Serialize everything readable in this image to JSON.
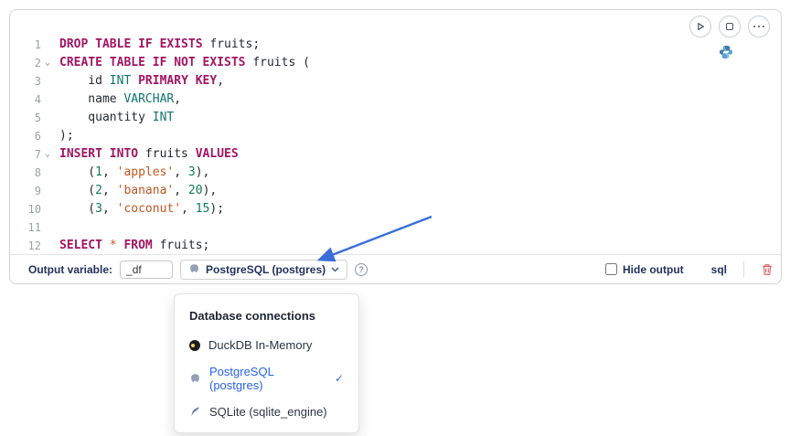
{
  "block_toolbar": {
    "buttons": [
      {
        "icon": "play-icon"
      },
      {
        "icon": "stop-icon"
      },
      {
        "icon": "more-icon"
      }
    ],
    "language_logo": "python-icon"
  },
  "editor": {
    "lines": [
      {
        "num": 1,
        "fold": false,
        "tokens": [
          [
            "kw",
            "DROP TABLE IF EXISTS"
          ],
          [
            "pl",
            " fruits;"
          ]
        ]
      },
      {
        "num": 2,
        "fold": true,
        "tokens": [
          [
            "kw",
            "CREATE TABLE IF NOT EXISTS"
          ],
          [
            "pl",
            " fruits ("
          ]
        ]
      },
      {
        "num": 3,
        "fold": false,
        "tokens": [
          [
            "pl",
            "    id "
          ],
          [
            "ty",
            "INT"
          ],
          [
            "pl",
            " "
          ],
          [
            "kw",
            "PRIMARY KEY"
          ],
          [
            "pl",
            ","
          ]
        ]
      },
      {
        "num": 4,
        "fold": false,
        "tokens": [
          [
            "pl",
            "    name "
          ],
          [
            "ty",
            "VARCHAR"
          ],
          [
            "pl",
            ","
          ]
        ]
      },
      {
        "num": 5,
        "fold": false,
        "tokens": [
          [
            "pl",
            "    quantity "
          ],
          [
            "ty",
            "INT"
          ]
        ]
      },
      {
        "num": 6,
        "fold": false,
        "tokens": [
          [
            "pl",
            ");"
          ]
        ]
      },
      {
        "num": 7,
        "fold": true,
        "tokens": [
          [
            "kw",
            "INSERT INTO"
          ],
          [
            "pl",
            " fruits "
          ],
          [
            "kw",
            "VALUES"
          ]
        ]
      },
      {
        "num": 8,
        "fold": false,
        "tokens": [
          [
            "pl",
            "    ("
          ],
          [
            "num",
            "1"
          ],
          [
            "pl",
            ", "
          ],
          [
            "str",
            "'apples'"
          ],
          [
            "pl",
            ", "
          ],
          [
            "num",
            "3"
          ],
          [
            "pl",
            "),"
          ]
        ]
      },
      {
        "num": 9,
        "fold": false,
        "tokens": [
          [
            "pl",
            "    ("
          ],
          [
            "num",
            "2"
          ],
          [
            "pl",
            ", "
          ],
          [
            "str",
            "'banana'"
          ],
          [
            "pl",
            ", "
          ],
          [
            "num",
            "20"
          ],
          [
            "pl",
            "),"
          ]
        ]
      },
      {
        "num": 10,
        "fold": false,
        "tokens": [
          [
            "pl",
            "    ("
          ],
          [
            "num",
            "3"
          ],
          [
            "pl",
            ", "
          ],
          [
            "str",
            "'coconut'"
          ],
          [
            "pl",
            ", "
          ],
          [
            "num",
            "15"
          ],
          [
            "pl",
            ");"
          ]
        ]
      },
      {
        "num": 11,
        "fold": false,
        "tokens": []
      },
      {
        "num": 12,
        "fold": false,
        "tokens": [
          [
            "kw",
            "SELECT"
          ],
          [
            "pl",
            " "
          ],
          [
            "op",
            "*"
          ],
          [
            "pl",
            " "
          ],
          [
            "kw",
            "FROM"
          ],
          [
            "pl",
            " fruits;"
          ]
        ]
      }
    ],
    "syntax_colors": {
      "keyword": "#a31563",
      "type": "#0f766e",
      "string": "#c05621",
      "number": "#0f7b52",
      "operator": "#c05621",
      "plain": "#24292f",
      "line_number": "#9aa1ab"
    }
  },
  "footer": {
    "output_variable_label": "Output variable:",
    "output_variable_value": "_df",
    "connection_selector_label": "PostgreSQL (postgres)",
    "connection_selector_icon": "postgresql-icon",
    "help_icon": "help-icon",
    "hide_output_label": "Hide output",
    "hide_output_checked": false,
    "language_badge": "sql",
    "delete_icon": "trash-icon"
  },
  "connection_menu": {
    "title": "Database connections",
    "items": [
      {
        "id": "duckdb",
        "label": "DuckDB In-Memory",
        "icon": "duckdb-icon",
        "selected": false
      },
      {
        "id": "postgresql",
        "label": "PostgreSQL (postgres)",
        "icon": "postgresql-icon",
        "selected": true
      },
      {
        "id": "sqlite",
        "label": "SQLite (sqlite_engine)",
        "icon": "sqlite-icon",
        "selected": false
      }
    ]
  },
  "annotation": {
    "arrow_color": "#3a6fd8"
  }
}
